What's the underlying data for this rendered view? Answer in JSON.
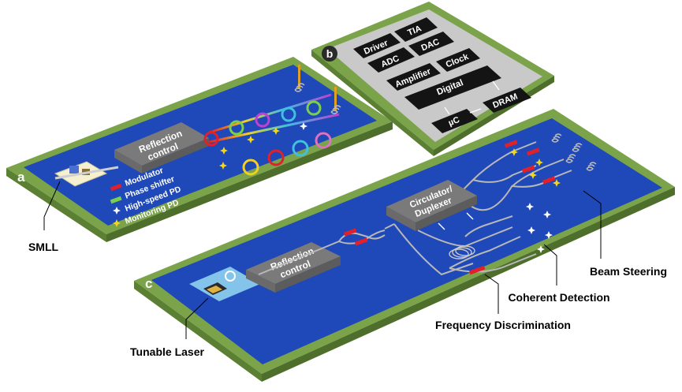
{
  "panels": {
    "a": {
      "letter": "a",
      "block": [
        "Reflection",
        "control"
      ],
      "legend": [
        "Modulator",
        "Phase shifter",
        "High-speed PD",
        "Monitoring PD"
      ],
      "callout": "SMLL"
    },
    "b": {
      "letter": "b",
      "chips": [
        "Driver",
        "TIA",
        "ADC",
        "DAC",
        "Amplifier",
        "Clock",
        "Digital",
        "DRAM",
        "µC"
      ]
    },
    "c": {
      "letter": "c",
      "block": [
        "Reflection",
        "control"
      ],
      "circulator": [
        "Circulator/",
        "Duplexer"
      ],
      "callouts": [
        "Tunable Laser",
        "Frequency Discrimination",
        "Coherent Detection",
        "Beam Steering"
      ]
    }
  },
  "colors": {
    "board_edge": "#7aa34a",
    "board_surface": "#1f48b8",
    "block_gray": "#8a8a8a",
    "chip_black": "#141414",
    "modulator_red": "#e0202a",
    "phase_shifter_green": "#7ad04a",
    "monitor_yellow": "#f2d71a"
  }
}
